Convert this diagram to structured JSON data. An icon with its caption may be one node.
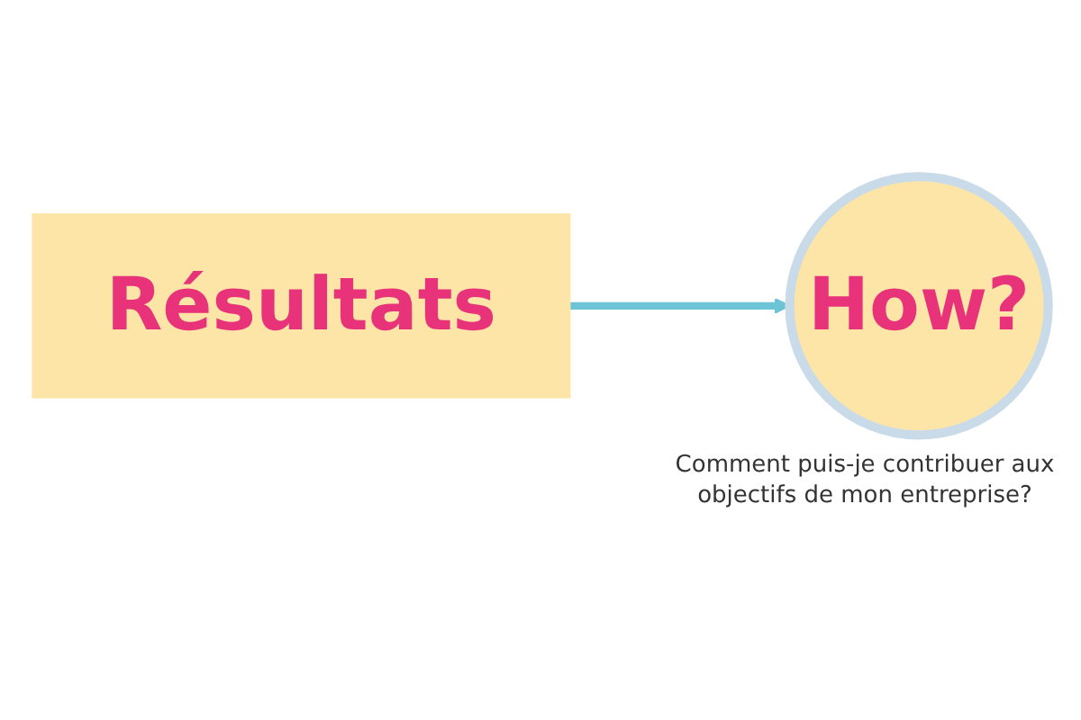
{
  "diagram": {
    "nodes": [
      {
        "text": [
          "Résultats"
        ]
      },
      {
        "text": [
          "How?"
        ],
        "beside": [
          "Comment puis-je contribuer aux objectifs de mon entreprise?"
        ]
      }
    ],
    "edges": [
      {
        "from": 0,
        "to": 1,
        "arrow": "to",
        "color": "#6cc4d6"
      }
    ]
  }
}
